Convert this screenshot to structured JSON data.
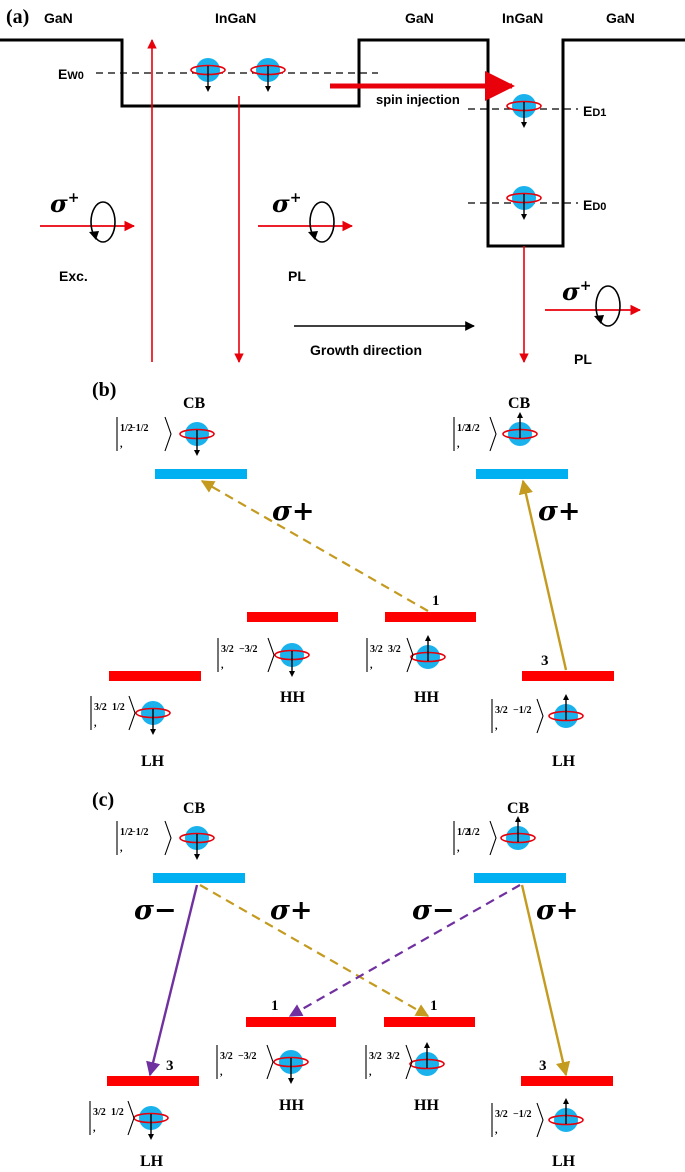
{
  "panel_a": {
    "label": "(a)",
    "regions": [
      "GaN",
      "InGaN",
      "GaN",
      "InGaN",
      "GaN"
    ],
    "level_ew0_main": "E",
    "level_ew0_sub": "W0",
    "level_ed1_main": "E",
    "level_ed1_sub": "D1",
    "level_ed0_main": "E",
    "level_ed0_sub": "D0",
    "spin_injection": "spin injection",
    "sigma": "σ",
    "plus": "+",
    "exc": "Exc.",
    "pl": "PL",
    "growth_direction": "Growth direction"
  },
  "panel_b": {
    "label": "(b)",
    "cb": "CB",
    "hh": "HH",
    "lh": "LH",
    "sigma_plus": "σ+",
    "num_1": "1",
    "num_3": "3"
  },
  "panel_c": {
    "label": "(c)",
    "cb": "CB",
    "hh": "HH",
    "lh": "LH",
    "sigma_plus": "σ+",
    "sigma_minus": "σ−",
    "num_1": "1",
    "num_3": "3"
  },
  "kets": {
    "half_minus_half": [
      "1/2",
      "−1/2"
    ],
    "half_half": [
      "1/2",
      "1/2"
    ],
    "three_half_minus_three_half": [
      "3/2",
      "−3/2"
    ],
    "three_half_three_half": [
      "3/2",
      "3/2"
    ],
    "three_half_half": [
      "3/2",
      "1/2"
    ],
    "three_half_minus_half": [
      "3/2",
      "−1/2"
    ]
  },
  "colors": {
    "cb_bar": "#00b0f0",
    "vb_bar": "#ff0000",
    "spin_ball": "#1ab2ec",
    "arrow_red": "#e8000b",
    "sigma_plus_arrow": "#c49a1f",
    "sigma_minus_arrow": "#7030a0"
  }
}
